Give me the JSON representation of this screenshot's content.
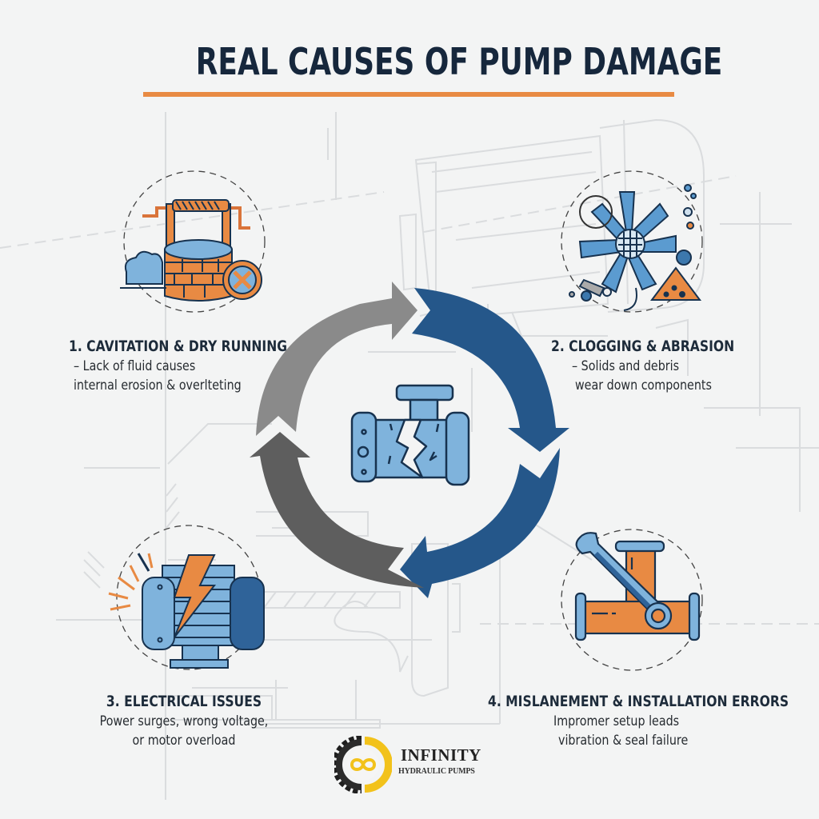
{
  "title": "REAL CAUSES OF PUMP DAMAGE",
  "colors": {
    "title_text": "#16273c",
    "accent_orange": "#e88a43",
    "primary_blue": "#25578a",
    "light_blue": "#7fb3dc",
    "gray_light": "#8a8a8a",
    "gray_dark": "#5e5e5e",
    "background": "#f3f4f4",
    "logo_gold": "#f2c21b"
  },
  "cycle": {
    "center_icon": "cracked-pump-icon",
    "arrows": [
      {
        "position": "top-left",
        "color": "#8a8a8a",
        "direction": "clockwise"
      },
      {
        "position": "right-top",
        "color": "#25578a",
        "direction": "clockwise"
      },
      {
        "position": "right-bottom",
        "color": "#25578a",
        "direction": "clockwise"
      },
      {
        "position": "bottom-left",
        "color": "#5e5e5e",
        "direction": "clockwise"
      }
    ]
  },
  "causes": [
    {
      "number": "1",
      "heading": "1. CAVITATION & DRY RUNNING",
      "desc_line1": "– Lack of fluid causes",
      "desc_line2": "internal erosion & overlteting",
      "icon": "dry-well-icon"
    },
    {
      "number": "2",
      "heading": "2. CLOGGING & ABRASION",
      "desc_line1": "– Solids and debris",
      "desc_line2": "wear down components",
      "icon": "clogged-impeller-icon"
    },
    {
      "number": "3",
      "heading": "3. ELECTRICAL ISSUES",
      "desc_line1": "Power surges, wrong voltage,",
      "desc_line2": "or motor overload",
      "icon": "electric-motor-surge-icon"
    },
    {
      "number": "4",
      "heading": "4. MISLANEMENT & INSTALLATION ERRORS",
      "desc_line1": "Impromer setup leads",
      "desc_line2": "vibration & seal failure",
      "icon": "wrench-pipe-icon"
    }
  ],
  "logo": {
    "title": "INFINITY",
    "subtitle": "HYDRAULIC PUMPS",
    "icon": "gear-infinity-logo-icon"
  }
}
